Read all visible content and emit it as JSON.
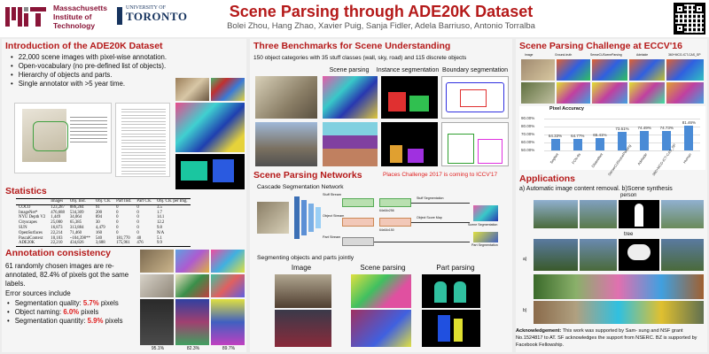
{
  "header": {
    "mit_name": [
      "Massachusetts",
      "Institute of",
      "Technology"
    ],
    "toronto_small": "UNIVERSITY OF",
    "toronto_big": "TORONTO",
    "title": "Scene Parsing through ADE20K Dataset",
    "authors": "Bolei Zhou, Hang Zhao, Xavier Puig, Sanja Fidler, Adela Barriuso, Antonio Torralba"
  },
  "intro": {
    "title": "Introduction of the ADE20K Dataset",
    "bullets": [
      "22,000 scene images with pixel-wise annotation.",
      "Open-vocabulary (no pre-defined list of objects).",
      "Hierarchy of objects and parts.",
      "Single annotator with >5 year time."
    ]
  },
  "statistics": {
    "title": "Statistics",
    "columns": [
      "",
      "Images",
      "Obj. Inst.",
      "Obj. Cls.",
      "Part Inst.",
      "Part Cls.",
      "Obj. Cls. per Img."
    ],
    "rows": [
      [
        "COCO",
        "123,287",
        "886,284",
        "91",
        "0",
        "0",
        "3.5"
      ],
      [
        "ImageNet*",
        "476,688",
        "534,309",
        "200",
        "0",
        "0",
        "1.7"
      ],
      [
        "NYU Depth V2",
        "1,449",
        "34,064",
        "894",
        "0",
        "0",
        "14.1"
      ],
      [
        "Cityscapes",
        "25,000",
        "65,385",
        "30",
        "0",
        "0",
        "12.2"
      ],
      [
        "SUN",
        "16,873",
        "313,884",
        "4,479",
        "0",
        "0",
        "9.8"
      ],
      [
        "OpenSurfaces",
        "22,214",
        "71,460",
        "160",
        "0",
        "0",
        "N/A"
      ],
      [
        "PascalContext",
        "10,103",
        "~104,398**",
        "540",
        "181,770",
        "40",
        "5.1"
      ],
      [
        "ADE20K",
        "22,210",
        "434,826",
        "3,688",
        "175,961",
        "476",
        "9.9"
      ]
    ]
  },
  "annotation": {
    "title": "Annotation consistency",
    "text": "61 randomly chosen images are re-annotated,  82.4% of pixels got the same labels.",
    "error_intro": "Error sources include",
    "errors": [
      {
        "label": "Segmentation quality: ",
        "value": "5.7%",
        "suffix": " pixels"
      },
      {
        "label": "Object naming: ",
        "value": "6.0%",
        "suffix": " pixels"
      },
      {
        "label": "Segmentation quantity: ",
        "value": "5.9%",
        "suffix": " pixels"
      }
    ],
    "percents": [
      "95.1%",
      "82.3%",
      "89.7%"
    ]
  },
  "benchmarks": {
    "title": "Three Benchmarks for Scene Understanding",
    "subtitle": "150 object categories with 35 stuff classes (wall, sky, road) and 115 discrete objects",
    "columns": [
      "Scene parsing",
      "Instance segmentation",
      "Boundary segmentation"
    ]
  },
  "networks": {
    "title": "Scene Parsing Networks",
    "places_note": "Places Challenge 2017 is coming to ICCV'17",
    "cascade_label": "Cascade Segmentation Network",
    "joint_label": "Segmenting objects and parts jointly",
    "joint_columns": [
      "Image",
      "Scene parsing",
      "Part parsing"
    ],
    "diagram": {
      "stuff_stream": "Stuff Stream",
      "object_stream": "Object Stream",
      "part_stream": "Part Stream",
      "stuff_seg": "Stuff Segmentation",
      "object_score": "Object Score Map",
      "scene_seg": "Scene Segmentation",
      "part_seg": "Part Segmentation",
      "dims_a": "64x64x256",
      "dims_b": "64x64x150"
    }
  },
  "challenge": {
    "title": "Scene Parsing Challenge at ECCV'16",
    "image_cols": [
      "Image",
      "Ground-truth",
      "SenseCUSceneParsing",
      "Adelaide",
      "360+MCG-ICT-CAS_SP"
    ],
    "accuracy_title": "Pixel Accuracy",
    "chart_data": {
      "type": "bar",
      "title": "Pixel Accuracy",
      "categories": [
        "SegNet",
        "FCN-8s",
        "DilatedNet",
        "SenseCUSceneParsing",
        "Adelaide",
        "360+MCG-ICT-CAS_SP",
        "Human"
      ],
      "values": [
        64.33,
        64.77,
        65.41,
        73.61,
        74.49,
        74.73,
        81.46
      ],
      "value_labels": [
        "64.33%",
        "64.77%",
        "65.41%",
        "73.61%",
        "74.49%",
        "74.73%",
        "81.46%"
      ],
      "y_ticks": [
        "90.00%",
        "80.00%",
        "70.00%",
        "60.00%",
        "50.00%"
      ],
      "ylim": [
        50,
        90
      ],
      "bar_color": "#4a8bd6"
    }
  },
  "applications": {
    "title": "Applications",
    "subtitle": "a) Automatic image content removal. b)Scene synthesis",
    "labels": [
      "person",
      "tree"
    ],
    "panel_labels": [
      "a)",
      "b)"
    ],
    "ack_bold": "Acknowledgement:",
    "ack_text": " This work was supported by Sam- sung and NSF grant No.1524817 to AT. SF acknowledges the support from NSERC. BZ is supported by Facebook Fellowship."
  },
  "colors": {
    "title_red": "#b51a1a",
    "mit_red": "#8a1538",
    "toronto_blue": "#16335e",
    "highlight_red": "#e02020"
  }
}
